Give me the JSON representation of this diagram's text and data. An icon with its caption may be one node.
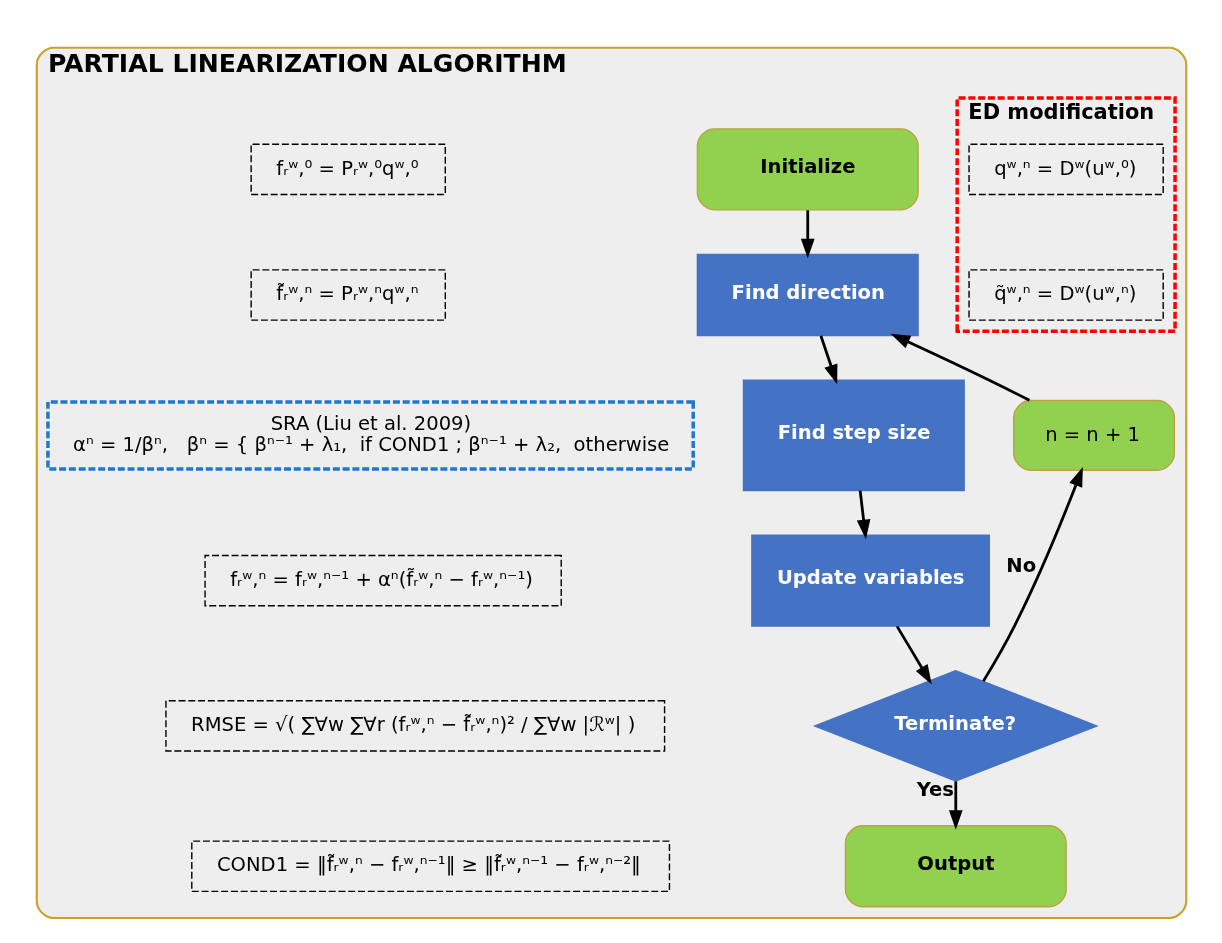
{
  "diagram": {
    "nodes": [
      {
        "text": [
          "PARTIAL LINEARIZATION ALGORITHM"
        ]
      },
      {
        "text": [
          "Initialize"
        ],
        "in": 0
      },
      {
        "text": [
          "Find direction"
        ],
        "in": 0
      },
      {
        "text": [
          "Find step size"
        ],
        "in": 0
      },
      {
        "text": [
          "Update variables"
        ],
        "in": 0
      },
      {
        "text": [
          "Terminate?"
        ],
        "in": 0
      },
      {
        "text": [
          "Output"
        ],
        "in": 0
      },
      {
        "text": [
          "n = n + 1"
        ],
        "in": 0
      },
      {
        "text": [
          "ED modification"
        ],
        "in": 0
      },
      {
        "text": [
          "qʷ,ⁿ = Dʷ(uʷ,⁰)"
        ],
        "in": 8
      },
      {
        "text": [
          "q̃ʷ,ⁿ = Dʷ(uʷ,ⁿ)"
        ],
        "in": 8
      },
      {
        "text": [
          "fᵣʷ,⁰ = Pᵣʷ,⁰qʷ,⁰"
        ],
        "in": 0
      },
      {
        "text": [
          "f̃ᵣʷ,ⁿ = Pᵣʷ,ⁿqʷ,ⁿ"
        ],
        "in": 0
      },
      {
        "text": [
          "SRA (Liu et al. 2009)",
          "αⁿ = 1/βⁿ,   βⁿ = { βⁿ⁻¹ + λ₁,  if COND1 ; βⁿ⁻¹ + λ₂,  otherwise"
        ],
        "in": 0
      },
      {
        "text": [
          "fᵣʷ,ⁿ = fᵣʷ,ⁿ⁻¹ + αⁿ(f̃ᵣʷ,ⁿ − fᵣʷ,ⁿ⁻¹)"
        ],
        "in": 0
      },
      {
        "text": [
          "RMSE = √( ∑∀w ∑∀r (fᵣʷ,ⁿ − f̃ᵣʷ,ⁿ)² / ∑∀w |ℛʷ| )"
        ],
        "in": 0
      },
      {
        "text": [
          "COND1 = ‖f̃ᵣʷ,ⁿ − fᵣʷ,ⁿ⁻¹‖ ≥ ‖f̃ᵣʷ,ⁿ⁻¹ − fᵣʷ,ⁿ⁻²‖"
        ],
        "in": 0
      }
    ],
    "edges": [
      {
        "from": 1,
        "to": 2,
        "arrow": "to"
      },
      {
        "from": 2,
        "to": 3,
        "arrow": "to"
      },
      {
        "from": 3,
        "to": 4,
        "arrow": "to"
      },
      {
        "from": 4,
        "to": 5,
        "arrow": "to"
      },
      {
        "from": 5,
        "to": 6,
        "arrow": "to",
        "label": "Yes"
      },
      {
        "from": 5,
        "to": 7,
        "arrow": "to",
        "label": "No"
      },
      {
        "from": 7,
        "to": 2,
        "arrow": "to"
      }
    ]
  }
}
